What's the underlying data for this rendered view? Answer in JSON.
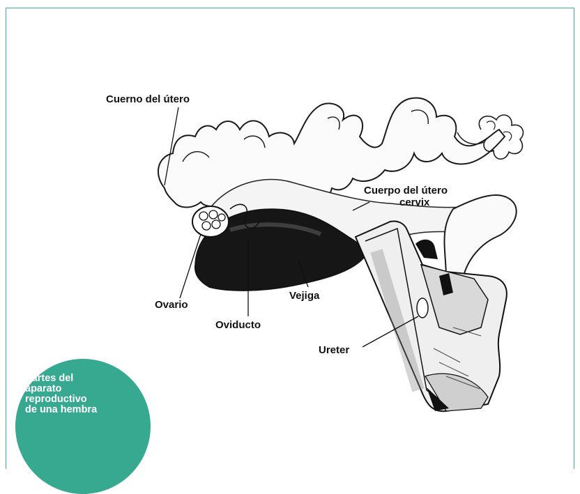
{
  "diagram": {
    "labels": {
      "cuerno": "Cuerno del útero",
      "cuerpo": "Cuerpo del útero",
      "cervix": "cervix",
      "ovario": "Ovario",
      "vejiga": "Vejiga",
      "oviducto": "Oviducto",
      "ureter": "Ureter"
    }
  },
  "badge": {
    "caption": "Partes del\naparato\nreproductivo\nde una hembra",
    "color": "#37a990"
  },
  "frame": {
    "color": "#3fae98"
  }
}
